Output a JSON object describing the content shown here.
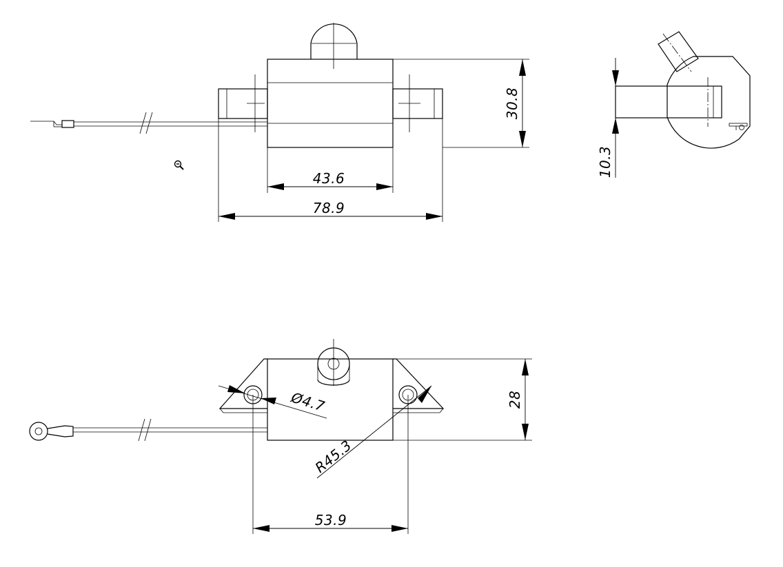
{
  "dimensions": {
    "front_height": "30.8",
    "body_length": "43.6",
    "overall_length": "78.9",
    "side_thickness": "10.3",
    "hole_diameter": "Ø4.7",
    "hole_spacing": "53.9",
    "mount_radius": "R45.3",
    "bottom_height": "28"
  },
  "icons": {
    "zoom_out": "zoom-out-icon"
  }
}
